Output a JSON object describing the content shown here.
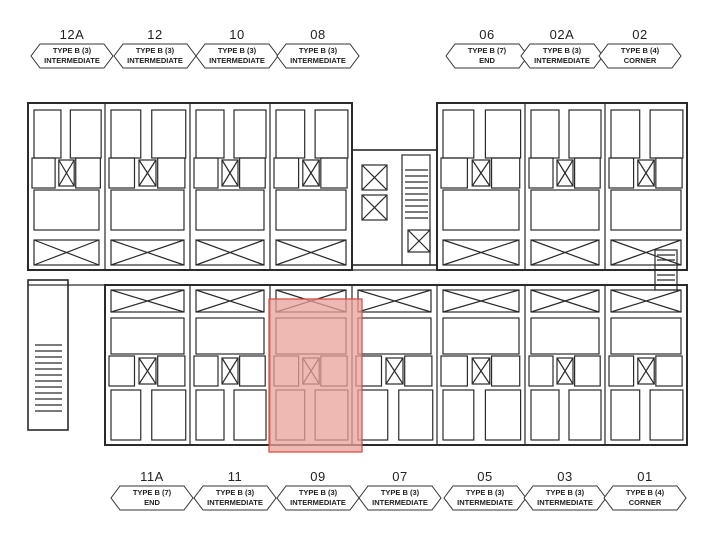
{
  "top_units": [
    {
      "no": "12A",
      "type": "TYPE B (3)",
      "position": "INTERMEDIATE"
    },
    {
      "no": "12",
      "type": "TYPE B (3)",
      "position": "INTERMEDIATE"
    },
    {
      "no": "10",
      "type": "TYPE B (3)",
      "position": "INTERMEDIATE"
    },
    {
      "no": "08",
      "type": "TYPE B (3)",
      "position": "INTERMEDIATE"
    },
    {
      "no": "06",
      "type": "TYPE B (7)",
      "position": "END"
    },
    {
      "no": "02A",
      "type": "TYPE B (3)",
      "position": "INTERMEDIATE"
    },
    {
      "no": "02",
      "type": "TYPE B (4)",
      "position": "CORNER"
    }
  ],
  "bottom_units": [
    {
      "no": "11A",
      "type": "TYPE B (7)",
      "position": "END"
    },
    {
      "no": "11",
      "type": "TYPE B (3)",
      "position": "INTERMEDIATE"
    },
    {
      "no": "09",
      "type": "TYPE B (3)",
      "position": "INTERMEDIATE"
    },
    {
      "no": "07",
      "type": "TYPE B (3)",
      "position": "INTERMEDIATE"
    },
    {
      "no": "05",
      "type": "TYPE B (3)",
      "position": "INTERMEDIATE"
    },
    {
      "no": "03",
      "type": "TYPE B (3)",
      "position": "INTERMEDIATE"
    },
    {
      "no": "01",
      "type": "TYPE B (4)",
      "position": "CORNER"
    }
  ],
  "highlighted_unit": "09",
  "colors": {
    "line": "#2a2a2a",
    "highlight_fill": "#e8a29a",
    "highlight_stroke": "#d9473a"
  }
}
